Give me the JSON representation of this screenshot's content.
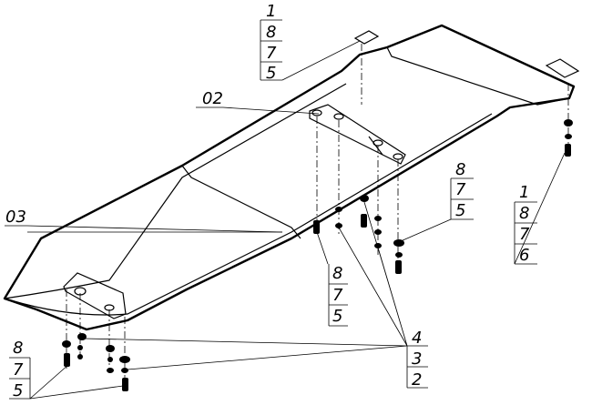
{
  "title": "Skid plate assembly exploded view",
  "callouts": {
    "top": [
      "1",
      "8",
      "7",
      "5"
    ],
    "part_02": "02",
    "part_03": "03",
    "right": [
      "8",
      "7",
      "5"
    ],
    "far_right": [
      "1",
      "8",
      "7",
      "6"
    ],
    "middle": [
      "8",
      "7",
      "5"
    ],
    "bottom_right": [
      "4",
      "3",
      "2"
    ],
    "bottom_left": [
      "8",
      "7",
      "5"
    ]
  }
}
